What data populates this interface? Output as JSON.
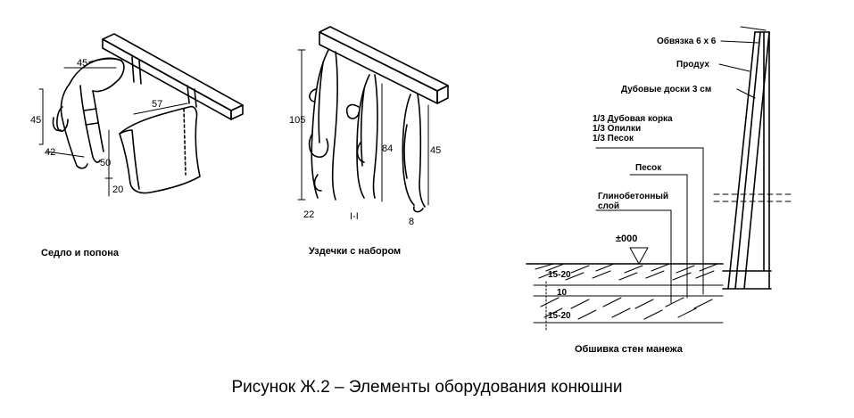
{
  "figure": {
    "caption": "Рисунок Ж.2 – Элементы оборудования конюшни",
    "panels": [
      {
        "title": "Седло и попона",
        "dimensions": [
          "45",
          "45",
          "42",
          "50",
          "20",
          "57"
        ]
      },
      {
        "title": "Уздечки с набором",
        "dimensions": [
          "105",
          "84",
          "45"
        ],
        "item_labels": [
          "22",
          "I-I",
          "8"
        ]
      },
      {
        "title": "Обшивка стен манежа",
        "labels": {
          "strapping": "Обвязка 6 х 6",
          "vent": "Продух",
          "oak_boards": "Дубовые доски 3 см",
          "mix_1": "1/3 Дубовая корка",
          "mix_2": "1/3 Опилки",
          "mix_3": "1/3 Песок",
          "sand": "Песок",
          "clay_concrete_1": "Глинобетонный",
          "clay_concrete_2": "слой",
          "level": "±000"
        },
        "layer_thicknesses": [
          "15-20",
          "10",
          "15-20"
        ]
      }
    ]
  }
}
